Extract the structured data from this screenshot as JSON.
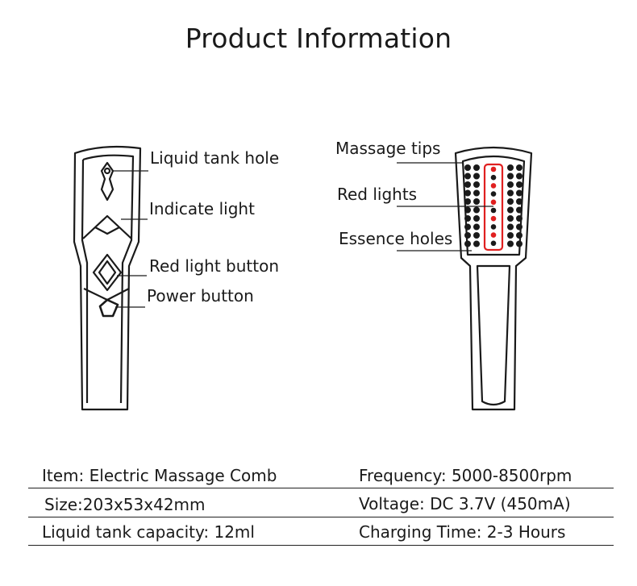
{
  "title": "Product Information",
  "front_view": {
    "labels": {
      "liquid_tank_hole": "Liquid tank hole",
      "indicate_light": "Indicate light",
      "red_light_button": "Red light button",
      "power_button": "Power button"
    }
  },
  "back_view": {
    "labels": {
      "massage_tips": "Massage tips",
      "red_lights": "Red lights",
      "essence_holes": "Essence holes"
    }
  },
  "specs": {
    "item": "Item: Electric Massage Comb",
    "frequency": "Frequency: 5000-8500rpm",
    "size": "Size:203x53x42mm",
    "voltage": "Voltage: DC 3.7V (450mA)",
    "capacity": "Liquid tank capacity: 12ml",
    "charging_time": "Charging Time: 2-3 Hours"
  },
  "colors": {
    "outline": "#1a1a1a",
    "red_light": "#e02020",
    "text": "#1a1a1a"
  }
}
